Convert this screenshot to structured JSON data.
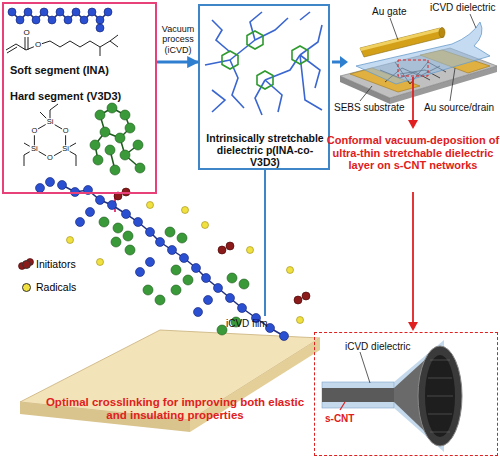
{
  "diagram": {
    "nodes": [
      {
        "text": [
          "Soft segment (INA)",
          "Hard segment (V3D3)"
        ]
      },
      {
        "text": [
          "Intrinsically stretchable dielectric p(INA-co-V3D3)"
        ]
      },
      {
        "text": [
          "iCVD dielectric",
          "s-CNT"
        ]
      }
    ],
    "edges": [
      {
        "from": 0,
        "to": 1,
        "arrow": "to",
        "label": "Vacuum process (iCVD)"
      }
    ],
    "labels": [
      "Au gate",
      "iCVD dielectric",
      "SEBS substrate",
      "Au source/drain",
      "Conformal vacuum-deposition of ultra-thin stretchable dielectric layer on s-CNT networks",
      "iCVD film",
      "Optimal crosslinking for improving both elastic and insulating properties",
      "O",
      "O",
      "Si",
      "O",
      "Si",
      "O",
      "Si",
      "O"
    ],
    "legend": [
      {
        "text": "Initiators",
        "color": "#8b1a1a"
      },
      {
        "text": "Radicals",
        "color": "#f0e040"
      }
    ]
  }
}
